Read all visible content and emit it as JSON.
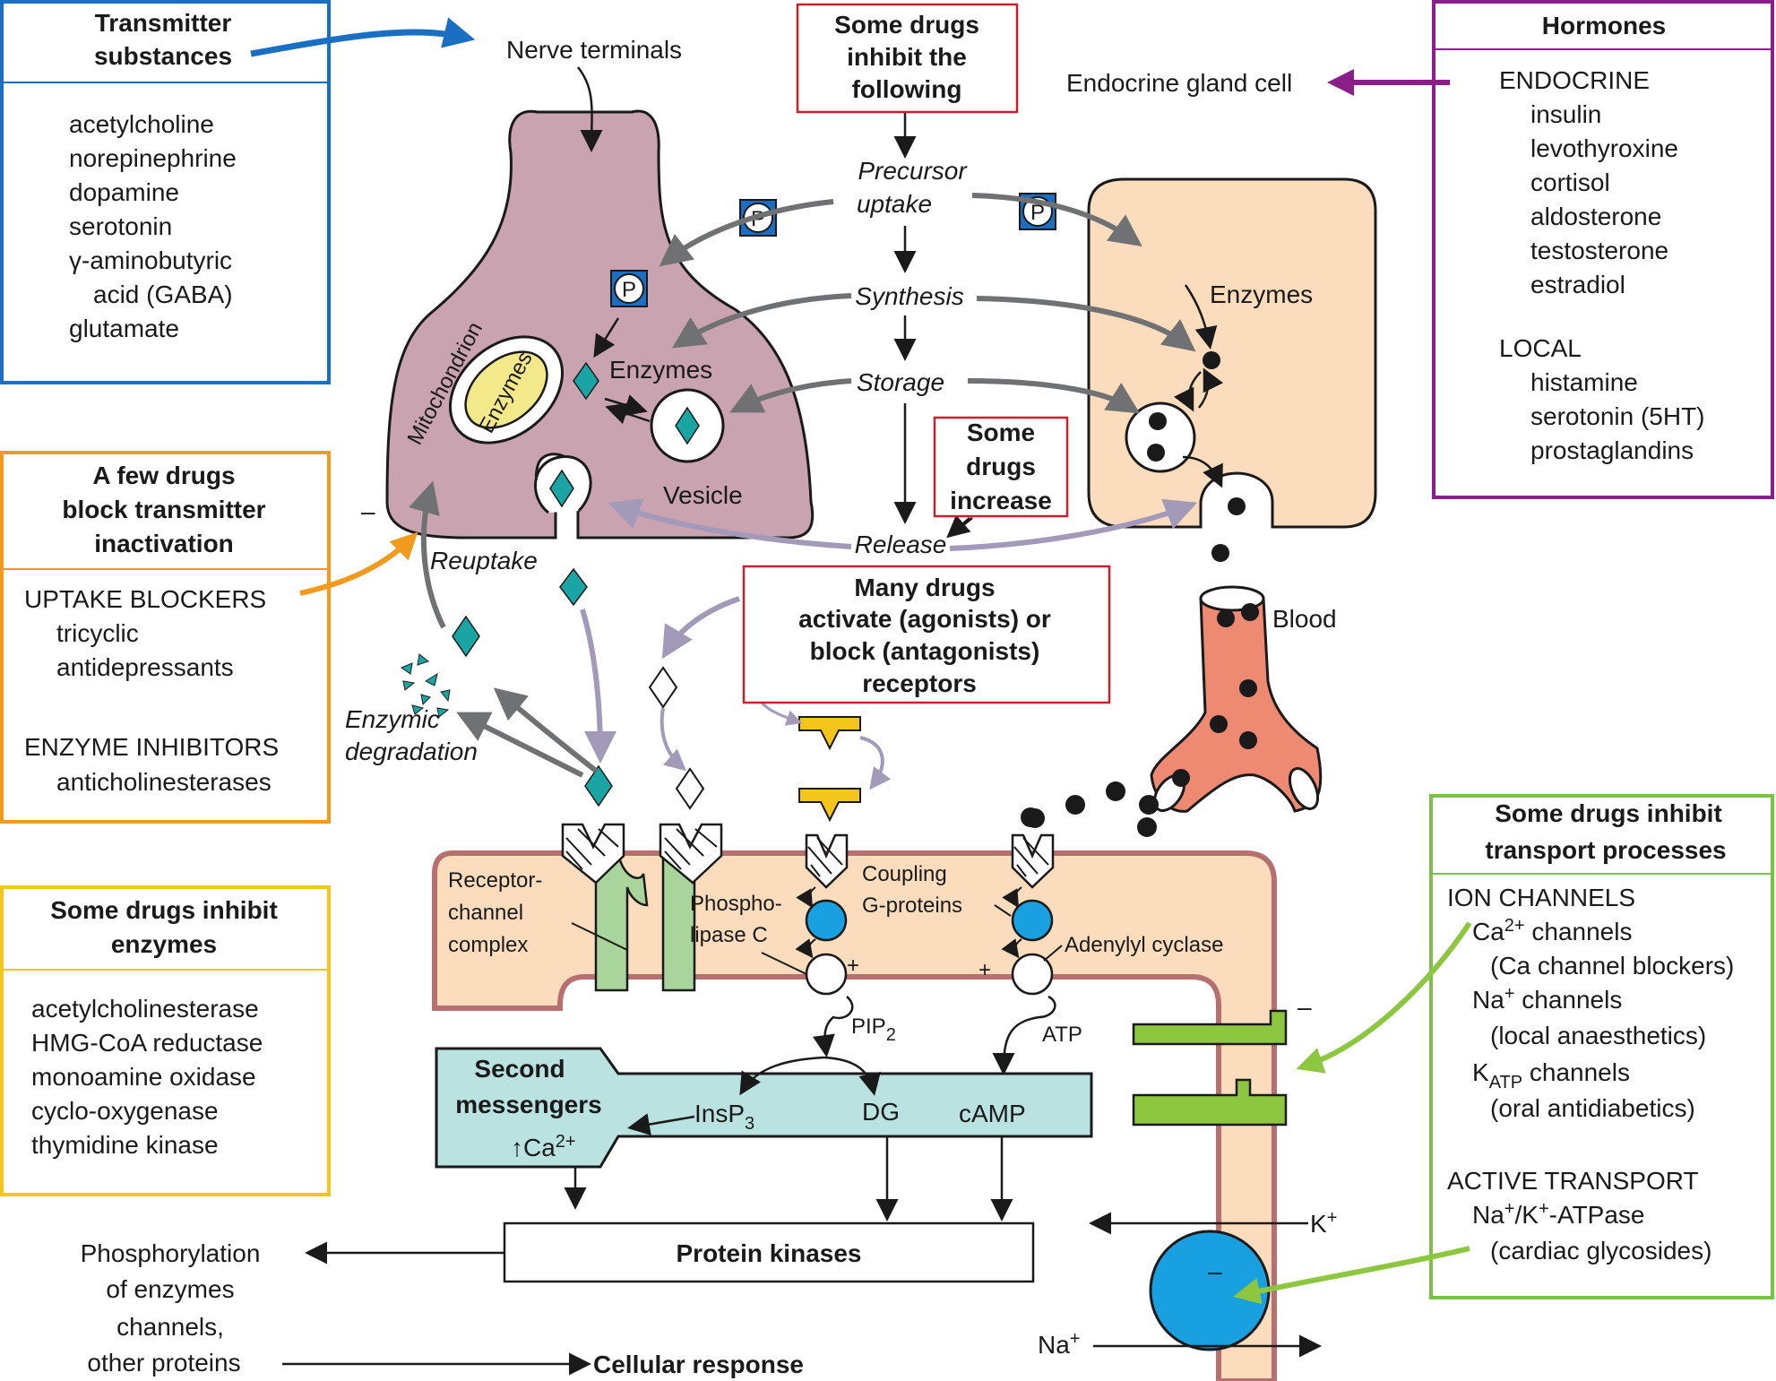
{
  "transmitter": {
    "title_1": "Transmitter",
    "title_2": "substances",
    "items": [
      "acetylcholine",
      "norepinephrine",
      "dopamine",
      "serotonin",
      "γ-aminobutyric",
      "acid (GABA)",
      "glutamate"
    ]
  },
  "nerve_terminals": "Nerve terminals",
  "inhibit_following": {
    "l1": "Some drugs",
    "l2": "inhibit the",
    "l3": "following"
  },
  "steps": {
    "precursor_1": "Precursor",
    "precursor_2": "uptake",
    "synthesis": "Synthesis",
    "storage": "Storage",
    "release": "Release"
  },
  "hormones": {
    "title": "Hormones",
    "endocrine": "ENDOCRINE",
    "endocrine_items": [
      "insulin",
      "levothyroxine",
      "cortisol",
      "aldosterone",
      "testosterone",
      "estradiol"
    ],
    "local": "LOCAL",
    "local_items": [
      "histamine",
      "serotonin (5HT)",
      "prostaglandins"
    ]
  },
  "endocrine_gland_cell": "Endocrine gland cell",
  "phosphate_symbol": "P",
  "labels": {
    "mitochondrion": "Mitochondrion",
    "enzymes_mito": "Enzymes",
    "enzymes_nerve": "Enzymes",
    "vesicle": "Vesicle",
    "enzymes_gland": "Enzymes",
    "reuptake": "Reuptake",
    "enzymic_1": "Enzymic",
    "enzymic_2": "degradation",
    "blood": "Blood",
    "minus_uptake": "–",
    "minus_channel": "–",
    "minus_pump": "–"
  },
  "some_increase": {
    "l1": "Some",
    "l2": "drugs",
    "l3": "increase"
  },
  "few_drugs": {
    "title_1": "A few drugs",
    "title_2": "block transmitter",
    "title_3": "inactivation",
    "uptake_blockers": "UPTAKE BLOCKERS",
    "uptake_items": [
      "tricyclic",
      "antidepressants"
    ],
    "enzyme_inhibitors": "ENZYME INHIBITORS",
    "enzyme_items": [
      "anticholinesterases"
    ]
  },
  "many_drugs": {
    "l1": "Many drugs",
    "l2": "activate (agonists) or",
    "l3": "block (antagonists)",
    "l4": "receptors"
  },
  "membrane": {
    "receptor_1": "Receptor-",
    "receptor_2": "channel",
    "receptor_3": "complex",
    "phospho_1": "Phospho-",
    "phospho_2": "lipase C",
    "coupling": "Coupling",
    "gproteins": "G-proteins",
    "adenylyl": "Adenylyl cyclase",
    "plus": "+",
    "pip": "PIP",
    "pip_sub": "2",
    "atp": "ATP"
  },
  "inhibit_enzymes": {
    "title_1": "Some drugs inhibit",
    "title_2": "enzymes",
    "items": [
      "acetylcholinesterase",
      "HMG-CoA reductase",
      "monoamine oxidase",
      "cyclo-oxygenase",
      "thymidine kinase"
    ]
  },
  "second_messengers": {
    "title_1": "Second",
    "title_2": "messengers",
    "insp": "InsP",
    "insp_sub": "3",
    "dg": "DG",
    "camp": "cAMP",
    "ca_up": "↑Ca",
    "ca_sup": "2+"
  },
  "protein_kinases": "Protein kinases",
  "phosphorylation": [
    "Phosphorylation",
    "of enzymes",
    "channels,",
    "other proteins"
  ],
  "cellular_response": "Cellular response",
  "ions": {
    "k": "K",
    "na": "Na",
    "sup": "+"
  },
  "transport": {
    "title_1": "Some drugs inhibit",
    "title_2": "transport processes",
    "ion_channels": "ION CHANNELS",
    "ca_pre": "Ca",
    "ca_sup": "2+",
    "ca_post": " channels",
    "ca_note": "(Ca channel blockers)",
    "na_pre": "Na",
    "na_sup": "+",
    "na_post": " channels",
    "na_note": "(local anaesthetics)",
    "k_pre": "K",
    "k_sub": "ATP",
    "k_post": " channels",
    "k_note": "(oral antidiabetics)",
    "active": "ACTIVE TRANSPORT",
    "pump_na": "Na",
    "pump_sup1": "+",
    "pump_k": "/K",
    "pump_sup2": "+",
    "pump_post": "-ATPase",
    "pump_note": "(cardiac glycosides)"
  },
  "colors": {
    "blue_box": "#1b6fc2",
    "purple_box": "#8b1f8a",
    "orange_box": "#f29a1d",
    "yellow_box": "#f4c61c",
    "green_box": "#7cc242",
    "red_box": "#c8202f",
    "nerve_fill": "#c9a4b0",
    "gland_fill": "#fbdcbc",
    "membrane_fill": "#fbdcbc",
    "membrane_stroke": "#b67070",
    "blood_fill": "#ee8a72",
    "teal": "#1ba4a4",
    "messenger_fill": "#b9e2e0",
    "g_protein": "#18a0e0",
    "receptor_green": "#a9d49b",
    "antagonist_yellow": "#f4c51b",
    "grey_arrow": "#707172",
    "lilac_arrow": "#a29ab8"
  }
}
